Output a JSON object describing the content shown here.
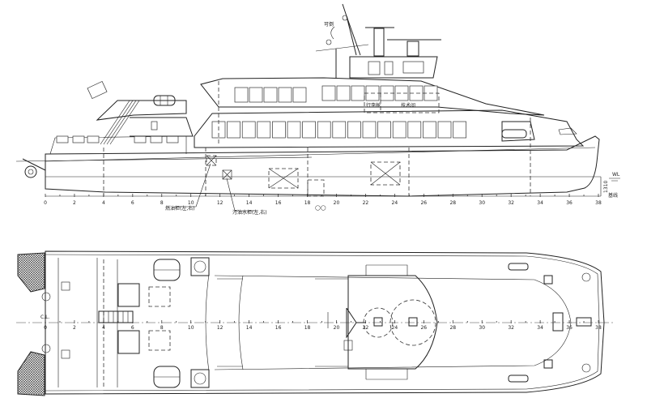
{
  "drawing": {
    "profile": {
      "frame_numbers": [
        "0",
        "2",
        "4",
        "6",
        "8",
        "10",
        "12",
        "14",
        "16",
        "18",
        "20",
        "22",
        "24",
        "26",
        "28",
        "30",
        "32",
        "34",
        "36",
        "38"
      ],
      "labels": {
        "foldable_mast": "可倒",
        "luggage_room": "行李舱",
        "technical_room": "技术间",
        "fuel_tank": "燃油柜(左,右)",
        "sewage_tank": "污油水柜(左,右)",
        "waterline": "WL",
        "draft_dimension": "1310",
        "baseline": "基线"
      }
    },
    "plan": {
      "frame_numbers": [
        "0",
        "2",
        "4",
        "6",
        "8",
        "10",
        "12",
        "14",
        "16",
        "18",
        "20",
        "22",
        "24",
        "26",
        "28",
        "30",
        "32",
        "34",
        "36",
        "38"
      ],
      "labels": {
        "centerline": "C.L."
      }
    }
  }
}
